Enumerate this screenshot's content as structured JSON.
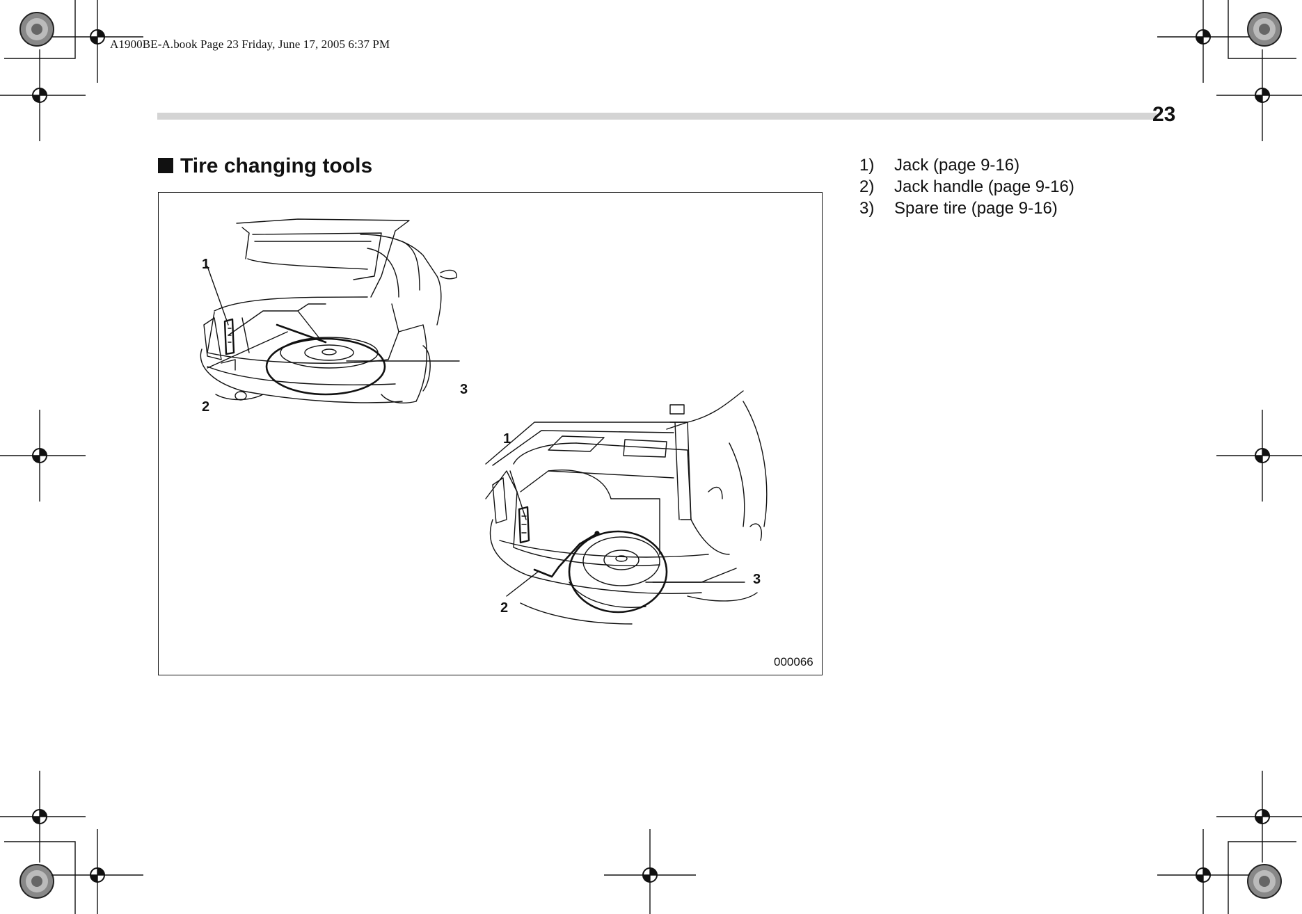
{
  "header": {
    "book_info": "A1900BE-A.book  Page 23  Friday, June 17, 2005  6:37 PM"
  },
  "page_number": "23",
  "section": {
    "title": "Tire changing tools"
  },
  "figure": {
    "id": "000066",
    "callouts": {
      "c1": "1",
      "c2": "2",
      "c3": "3"
    }
  },
  "legend": {
    "items": [
      {
        "num": "1)",
        "text": "Jack (page 9-16)"
      },
      {
        "num": "2)",
        "text": "Jack handle (page 9-16)"
      },
      {
        "num": "3)",
        "text": "Spare tire (page 9-16)"
      }
    ]
  }
}
